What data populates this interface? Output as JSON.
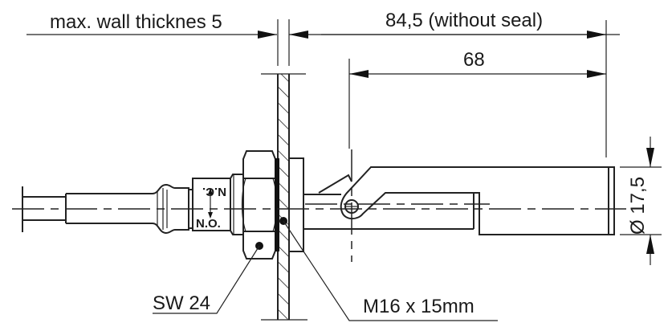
{
  "drawing": {
    "dimensions": {
      "wall_thickness": "max. wall thicknes 5",
      "overall_length": "84,5 (without seal)",
      "float_length": "68",
      "diameter": "Ø 17,5"
    },
    "contact_labels": {
      "nc": "N.C.",
      "no": "N.O."
    },
    "callouts": {
      "wrench_size": "SW 24",
      "thread": "M16 x 15mm"
    },
    "colors": {
      "line": "#222222",
      "background": "#ffffff"
    }
  }
}
